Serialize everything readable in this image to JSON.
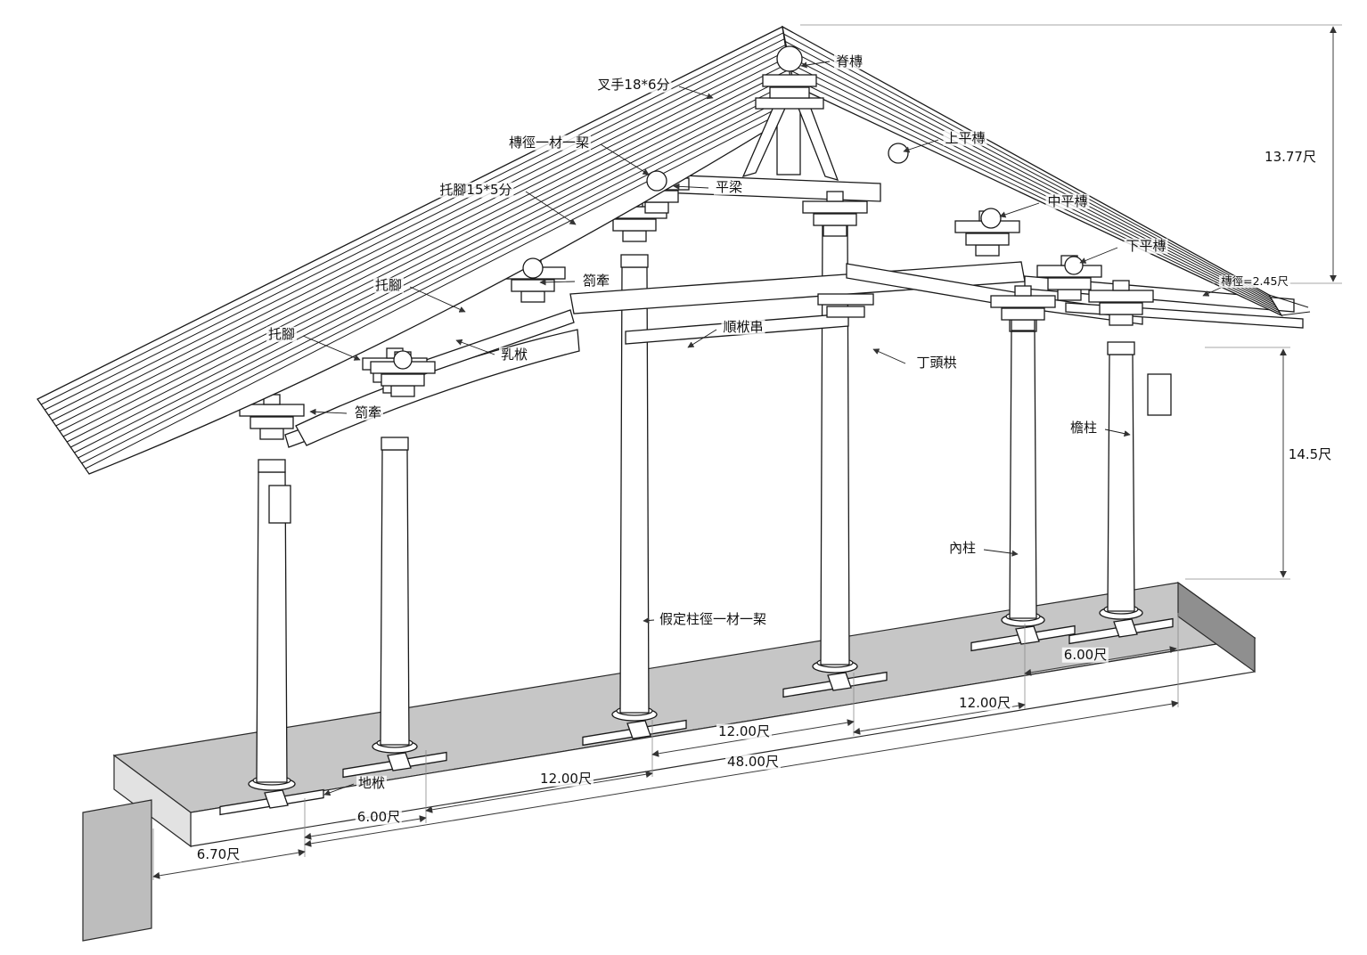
{
  "drawing": {
    "type": "traditional-timber-structure-section",
    "background": "#ffffff",
    "stroke_color": "#1a1a1a",
    "platform_fill": "#c6c6c6",
    "platform_dark_fill": "#8f8f8f"
  },
  "part_labels": {
    "ji_tuan": "脊槫",
    "cha_shou": "叉手18*6分",
    "tuan_jing": "槫徑一材一栔",
    "shang_ping_tuan": "上平槫",
    "tuo_jiao_spec": "托腳15*5分",
    "ping_liang": "平梁",
    "zhong_ping_tuan": "中平槫",
    "xia_ping_tuan": "下平槫",
    "tuo_jiao_1": "托腳",
    "zha_qian_1": "箚牽",
    "tuo_jiao_2": "托腳",
    "shun_fu_chuan": "順栿串",
    "ru_fu": "乳栿",
    "ding_tou_gong": "丁頭栱",
    "zha_qian_2": "箚牽",
    "yan_zhu": "檐柱",
    "nei_zhu": "內柱",
    "zhu_jing": "假定柱徑一材一栔",
    "di_fu": "地栿"
  },
  "dimension_labels": {
    "roof_height": "13.77尺",
    "purlin_dia": "槫徑=2.45尺",
    "column_height": "14.5尺",
    "bay_r6": "6.00尺",
    "bay_r12": "12.00尺",
    "bay_m12": "12.00尺",
    "total": "48.00尺",
    "bay_l12": "12.00尺",
    "bay_l6": "6.00尺",
    "platform_overhang": "6.70尺"
  }
}
